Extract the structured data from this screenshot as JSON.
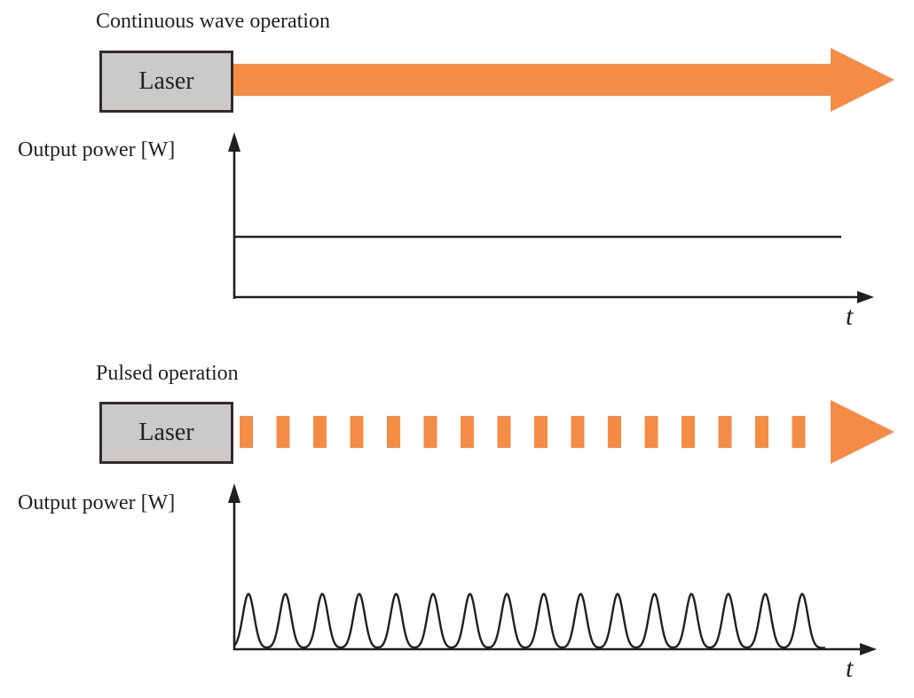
{
  "colors": {
    "beam_orange": "#f48c46",
    "box_fill": "#cbc9c9",
    "box_border": "#332b28",
    "ink": "#231f20"
  },
  "cw": {
    "title": "Continuous wave operation",
    "laser_label": "Laser",
    "ylabel": "Output power [W]",
    "xlabel": "t",
    "beam": {
      "style": "continuous-arrow"
    }
  },
  "pulsed": {
    "title": "Pulsed operation",
    "laser_label": "Laser",
    "ylabel": "Output power [W]",
    "xlabel": "t",
    "beam": {
      "style": "dashed-arrow",
      "dash_count": 16
    },
    "graph": {
      "pulse_count": 16
    }
  },
  "chart_data": [
    {
      "type": "line",
      "title": "Continuous wave operation",
      "xlabel": "t",
      "ylabel": "Output power [W]",
      "description": "Constant output power: flat horizontal line at a fixed power level over time",
      "series": [
        {
          "name": "output_power",
          "shape": "constant",
          "relative_level": 0.4
        }
      ],
      "grid": false,
      "legend": false
    },
    {
      "type": "line",
      "title": "Pulsed operation",
      "xlabel": "t",
      "ylabel": "Output power [W]",
      "description": "Train of 16 equally spaced Gaussian-shaped power pulses returning to zero between pulses",
      "series": [
        {
          "name": "output_power",
          "shape": "gaussian_pulse_train",
          "pulse_count": 16,
          "relative_peak": 0.33
        }
      ],
      "grid": false,
      "legend": false
    }
  ]
}
